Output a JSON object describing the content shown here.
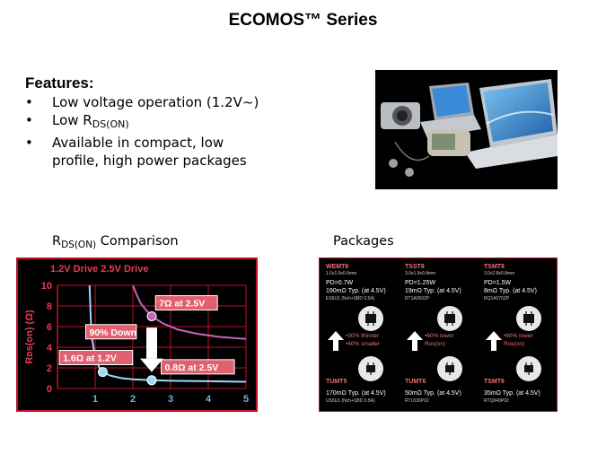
{
  "title": "ECOMOS™ Series",
  "features": {
    "heading": "Features:",
    "items": [
      {
        "bullet": "•",
        "text": "Low voltage operation (1.2V~)"
      },
      {
        "bullet": "•",
        "text": "Low R",
        "sub": "DS(ON)"
      },
      {
        "bullet": "•",
        "text": "Available in compact, low",
        "cont": "profile, high power packages"
      }
    ]
  },
  "rds_label": {
    "main": "R",
    "sub": "DS(ON)",
    "rest": " Comparison"
  },
  "packages_label": "Packages",
  "chart_data": {
    "type": "line",
    "title": "1.2V Drive 2.5V Drive",
    "xlabel": "",
    "ylabel": "Rᴅs(on) (Ω)",
    "xlim": [
      0,
      5
    ],
    "ylim": [
      0,
      10
    ],
    "x_ticks": [
      "1",
      "2",
      "3",
      "4",
      "5"
    ],
    "y_ticks": [
      "0",
      "2",
      "4",
      "6",
      "8",
      "10"
    ],
    "grid": true,
    "series": [
      {
        "color": "#9fd7f5",
        "x": [
          0.85,
          0.9,
          1.0,
          1.1,
          1.2,
          1.4,
          1.7,
          2.0,
          2.5,
          3.0,
          4.0,
          5.0
        ],
        "y": [
          10,
          5.2,
          3.0,
          2.1,
          1.6,
          1.25,
          1.0,
          0.9,
          0.8,
          0.75,
          0.7,
          0.65
        ]
      },
      {
        "color": "#c665b8",
        "x": [
          2.0,
          2.1,
          2.2,
          2.35,
          2.5,
          2.8,
          3.2,
          3.7,
          4.3,
          5.0
        ],
        "y": [
          10,
          9.1,
          8.3,
          7.6,
          7.0,
          6.3,
          5.7,
          5.3,
          5.0,
          4.8
        ]
      }
    ],
    "markers": [
      {
        "x": 2.5,
        "y": 7.0,
        "color": "#c665b8"
      },
      {
        "x": 1.2,
        "y": 1.6,
        "color": "#9fd7f5"
      },
      {
        "x": 2.5,
        "y": 0.8,
        "color": "#9fd7f5"
      }
    ],
    "annotations": [
      {
        "text": "7Ω at 2.5V",
        "x": 2.6,
        "y": 8.3
      },
      {
        "text": "90% Down",
        "x": 0.75,
        "y": 5.5
      },
      {
        "text": "1.6Ω at 1.2V",
        "x": 0.05,
        "y": 3.0
      },
      {
        "text": "0.8Ω at 2.5V",
        "x": 2.75,
        "y": 2.1
      }
    ],
    "arrow": {
      "x": 2.5,
      "y_from": 5.9,
      "y_to": 1.6
    }
  },
  "packages": [
    {
      "name": "WEMT6",
      "dims": "1.6x1.6x0.6mm",
      "pd": "PD=0.7W",
      "typ": "190mΩ Typ. (at 4.5V)",
      "part": "ES6U1 (Nch+SBD 0.5A)",
      "benefit1": "•30% thinner",
      "benefit2": "•40% smaller",
      "name2": "TUMT5",
      "typ2": "170mΩ Typ. (at 4.5V)",
      "part2": "US5U1 (Nch+SBD 0.5A)"
    },
    {
      "name": "TSST8",
      "dims": "3.0x1.9x0.8mm",
      "pd": "PD=1.25W",
      "typ": "19mΩ Typ. (at 4.5V)",
      "part": "RT1A050ZP",
      "benefit1": "•60% lower",
      "benefit2": "Ros(on)",
      "name2": "TUMT6",
      "typ2": "50mΩ Typ. (at 4.5V)",
      "part2": "RTL030P02"
    },
    {
      "name": "TSMT8",
      "dims": "3.0x2.8x0.8mm",
      "pd": "PD=1.5W",
      "typ": "8mΩ Typ. (at 4.5V)",
      "part": "RQ1A070ZP",
      "benefit1": "•80% lower",
      "benefit2": "Ros(on)",
      "name2": "TSMT6",
      "typ2": "35mΩ Typ. (at 4.5V)",
      "part2": "RTQ040P02"
    }
  ],
  "colors": {
    "chart_border": "#c0102a",
    "chart_title": "#e83a52",
    "grid": "#c0102a",
    "label_box": "#e06070"
  }
}
